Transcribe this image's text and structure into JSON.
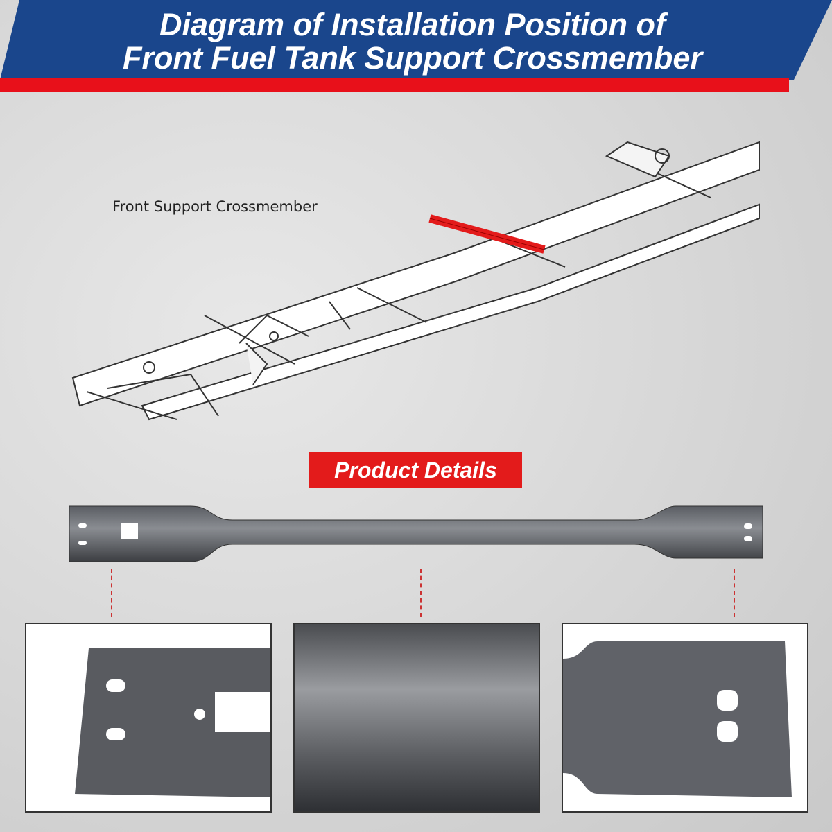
{
  "header": {
    "title_line1": "Diagram of Installation Position of",
    "title_line2": "Front Fuel Tank Support Crossmember",
    "colors": {
      "banner": "#1a468c",
      "stripe": "#e8101a"
    }
  },
  "diagram": {
    "callout_label": "Front Support Crossmember",
    "highlight_color": "#e31b1b"
  },
  "details": {
    "badge_label": "Product Details",
    "closeups": [
      "left-end-closeup",
      "center-tube-closeup",
      "right-end-closeup"
    ]
  }
}
